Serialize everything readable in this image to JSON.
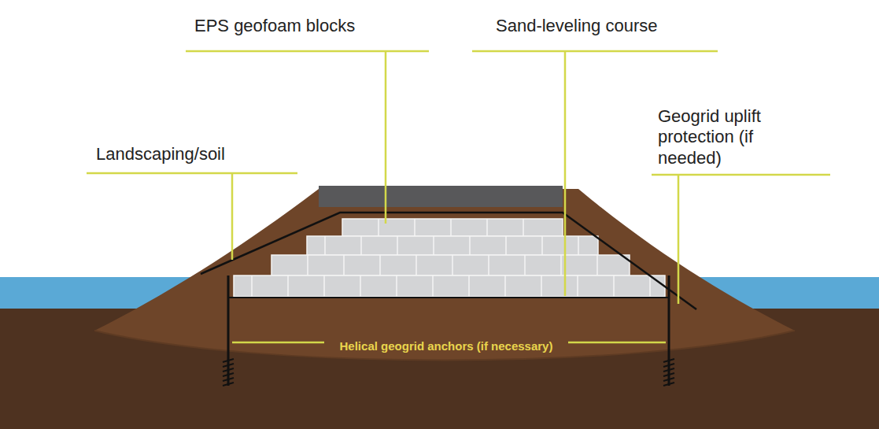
{
  "diagram": {
    "labels": [
      "EPS geofoam blocks",
      "Sand-leveling course",
      "Landscaping/soil",
      "Geogrid uplift protection (if needed)",
      "Helical geogrid anchors (if necessary)"
    ]
  }
}
